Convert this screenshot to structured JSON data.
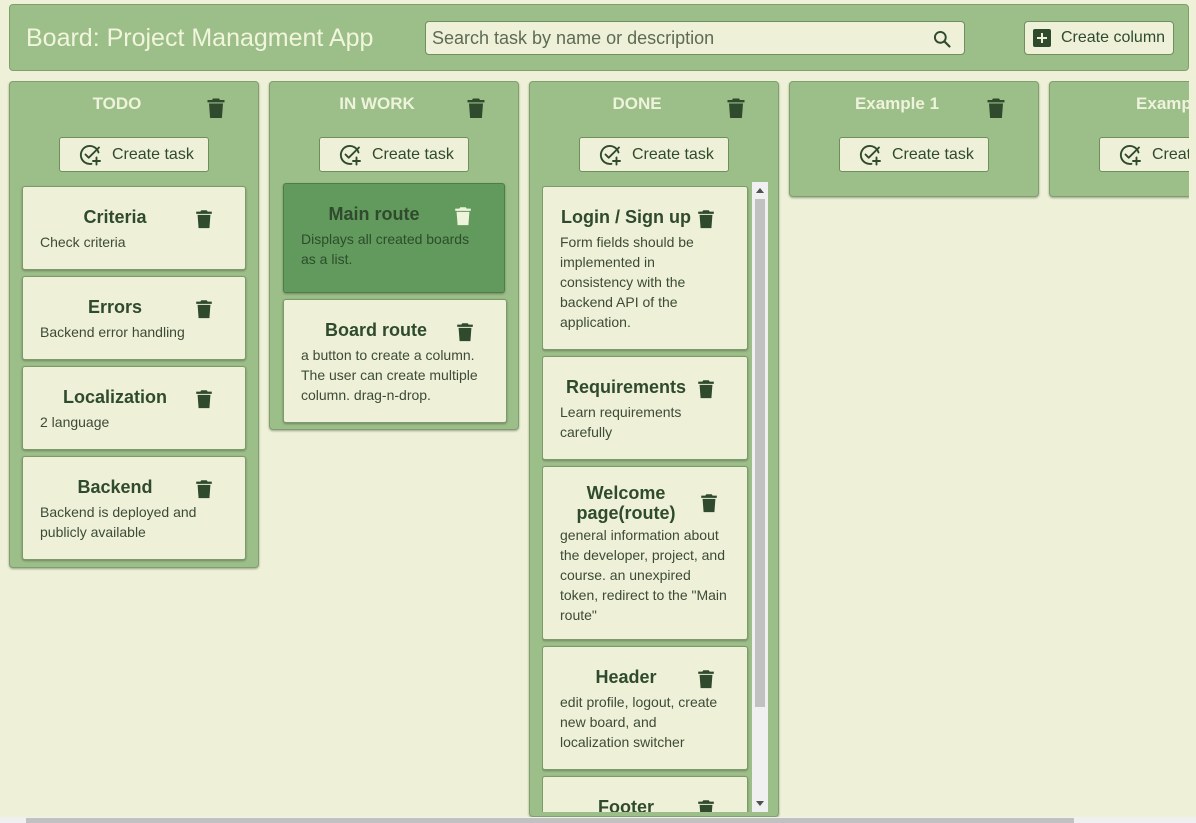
{
  "header": {
    "title": "Board: Project Managment App",
    "search_placeholder": "Search task by name or description",
    "search_value": "",
    "create_column_label": "Create column"
  },
  "icons": {
    "search": "search-icon",
    "trash": "trash-icon",
    "add_task": "check-circle-plus-icon",
    "add_column": "plus-box-icon"
  },
  "colors": {
    "background": "#eef1d8",
    "panel": "#9cbe88",
    "card": "#eef1d8",
    "card_active": "#629a5e",
    "text_dark": "#2f4a2c"
  },
  "columns": [
    {
      "title": "TODO",
      "create_task_label": "Create task",
      "tasks": [
        {
          "title": "Criteria",
          "description": "Check criteria"
        },
        {
          "title": "Errors",
          "description": "Backend error handling"
        },
        {
          "title": "Localization",
          "description": "2 language"
        },
        {
          "title": "Backend",
          "description": "Backend is deployed and publicly available"
        }
      ]
    },
    {
      "title": "IN WORK",
      "create_task_label": "Create task",
      "tasks": [
        {
          "title": "Main route",
          "description": "Displays all created boards as a list."
        },
        {
          "title": "Board route",
          "description": "a button to create a column. The user can create multiple column. drag-n-drop."
        }
      ]
    },
    {
      "title": "DONE",
      "create_task_label": "Create task",
      "tasks": [
        {
          "title": "Login / Sign up",
          "description": "Form fields should be implemented in consistency with the backend API of the application."
        },
        {
          "title": "Requirements",
          "description": "Learn requirements carefully"
        },
        {
          "title": "Welcome page(route)",
          "description": "general information about the developer, project, and course. an unexpired token, redirect to the \"Main route\""
        },
        {
          "title": "Header",
          "description": "edit profile, logout, create new board, and localization switcher"
        },
        {
          "title": "Footer",
          "description": ""
        }
      ]
    },
    {
      "title": "Example 1",
      "create_task_label": "Create task",
      "tasks": []
    },
    {
      "title": "Example",
      "create_task_label": "Create task",
      "tasks": []
    }
  ]
}
